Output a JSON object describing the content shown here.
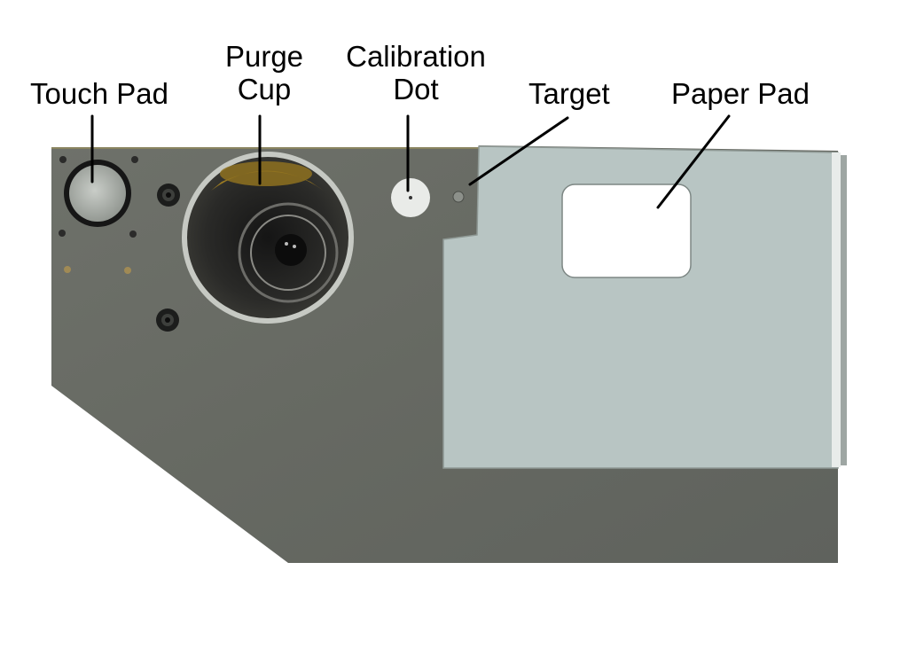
{
  "figure": {
    "subject": "Instrument deck plate (top view) with labeled components",
    "colors": {
      "background": "#ffffff",
      "plate": "#6b6e66",
      "plate_dark": "#5c5f59",
      "paper_pad": "#b6c3c2",
      "paper_pad_edge": "#e8ecea",
      "cutout": "#ffffff",
      "leader_line": "#000000"
    }
  },
  "labels": {
    "touch_pad": "Touch Pad",
    "purge_cup_line1": "Purge",
    "purge_cup_line2": "Cup",
    "calibration_dot_line1": "Calibration",
    "calibration_dot_line2": "Dot",
    "target": "Target",
    "paper_pad": "Paper Pad"
  }
}
